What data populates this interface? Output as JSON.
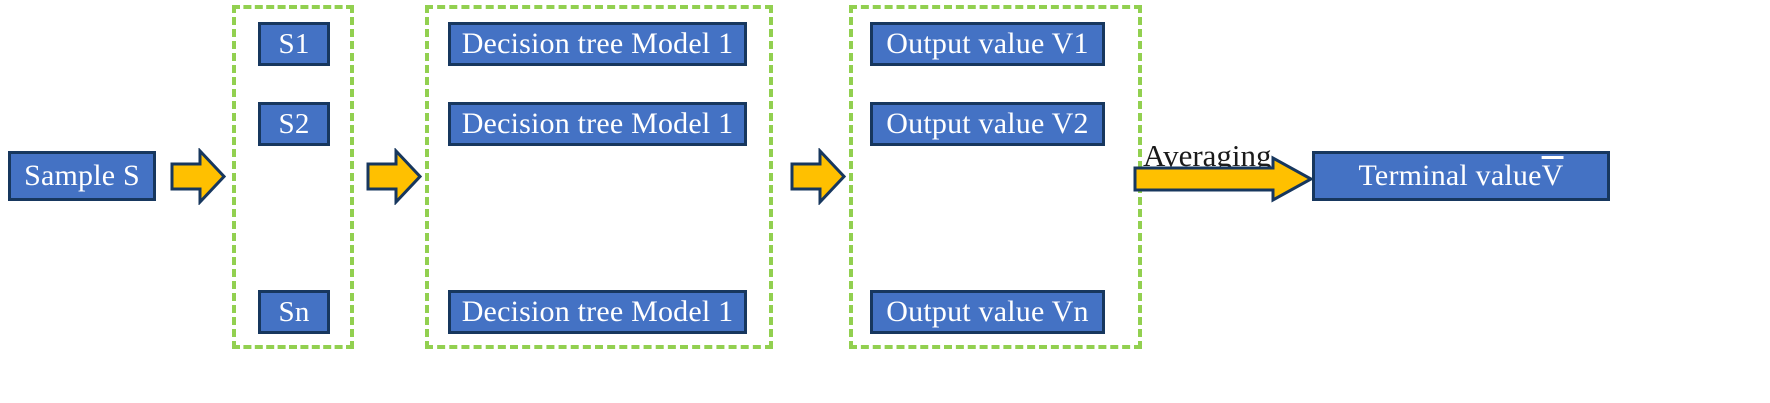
{
  "diagram": {
    "title": "Random forest ensemble averaging flow",
    "colors": {
      "box_fill": "#4472C4",
      "box_border": "#17375E",
      "group_border": "#92D050",
      "arrow_fill": "#FFC000",
      "arrow_border": "#17375E",
      "text_on_box": "#FFFFFF",
      "background": "#FFFFFF"
    },
    "input": {
      "label": "Sample S"
    },
    "samples_group": {
      "name": "samples-group",
      "items": [
        {
          "label": "S1"
        },
        {
          "label": "S2"
        },
        {
          "label": "Sn"
        }
      ]
    },
    "models_group": {
      "name": "models-group",
      "items": [
        {
          "label": "Decision tree Model 1"
        },
        {
          "label": "Decision tree Model 1"
        },
        {
          "label": "Decision tree Model 1"
        }
      ]
    },
    "outputs_group": {
      "name": "outputs-group",
      "items": [
        {
          "label": "Output value V1"
        },
        {
          "label": "Output value V2"
        },
        {
          "label": "Output value Vn"
        }
      ]
    },
    "averaging": {
      "label": "Averaging"
    },
    "terminal": {
      "prefix": "Terminal value ",
      "symbol": "V"
    },
    "arrows": [
      {
        "name": "arrow-sample-to-samples"
      },
      {
        "name": "arrow-samples-to-models"
      },
      {
        "name": "arrow-models-to-outputs"
      },
      {
        "name": "arrow-averaging"
      }
    ]
  }
}
